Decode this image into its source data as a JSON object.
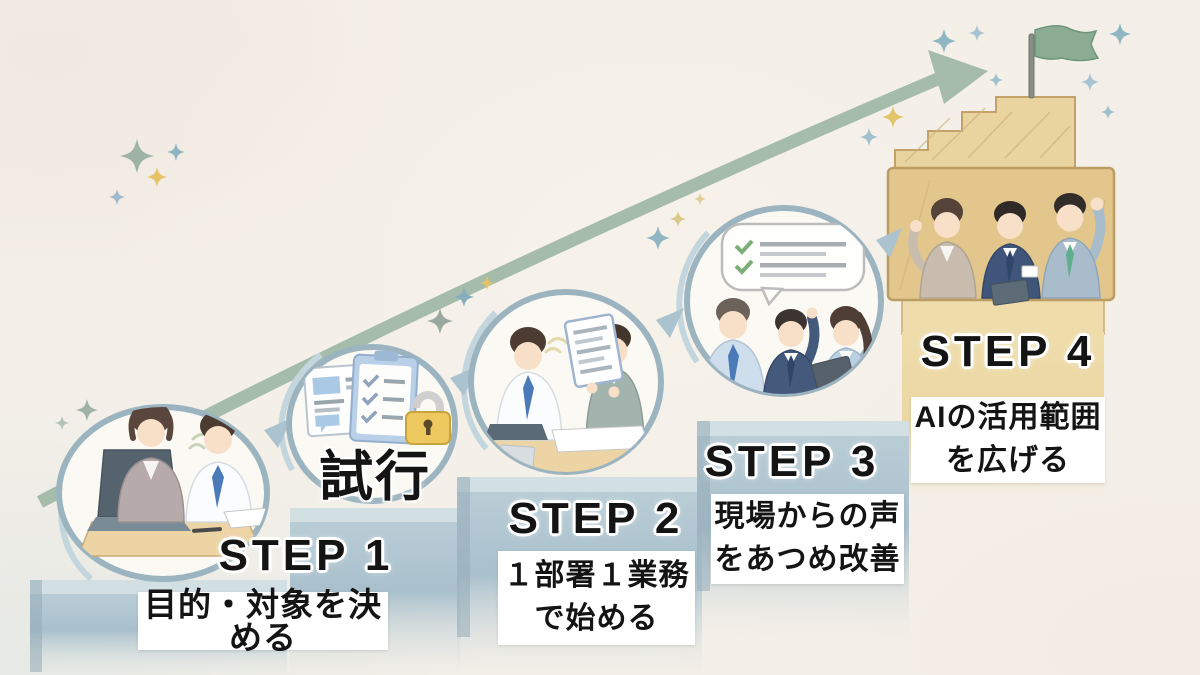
{
  "trial": {
    "label": "試行"
  },
  "steps": [
    {
      "label": "STEP 1",
      "caption_lines": [
        "目的・対象を決める"
      ]
    },
    {
      "label": "STEP 2",
      "caption_lines": [
        "１部署１業務",
        "で始める"
      ]
    },
    {
      "label": "STEP 3",
      "caption_lines": [
        "現場からの声",
        "をあつめ改善"
      ]
    },
    {
      "label": "STEP 4",
      "caption_lines": [
        "AIの活用範囲",
        "を広げる"
      ]
    }
  ],
  "icons": {
    "growth_arrow": "rising diagonal arrow",
    "sparkle": "four-point star sparkle",
    "document": "document sheet",
    "checklist": "clipboard with checkmarks",
    "lock": "gold padlock",
    "feedback_bubble": "speech bubble with checkmarks",
    "goal_flag": "green flag on stair summit",
    "scene_step1": "two colleagues planning at a laptop",
    "scene_trial": "documents, checklist and padlock",
    "scene_step2": "two coworkers reviewing a checklist at a desk",
    "scene_step3": "three coworkers discussing feedback",
    "scene_step4": "team of three celebrating on the top step"
  },
  "colors": {
    "background": "#f3efe8",
    "arrow_sage": "#a6bcab",
    "platform_blue": "#aec5d0",
    "tower_tan": "#e3c68b",
    "flag_green": "#8bac92",
    "lock_gold": "#edc95f",
    "check_green": "#7cae78",
    "bubble_outline": "#9cb4c0",
    "caption_bg": "#ffffff",
    "text": "#141414",
    "sparkle_teal": "#8fb6c2",
    "sparkle_gold": "#e6c367",
    "sparkle_sage": "#9eb3a6"
  }
}
